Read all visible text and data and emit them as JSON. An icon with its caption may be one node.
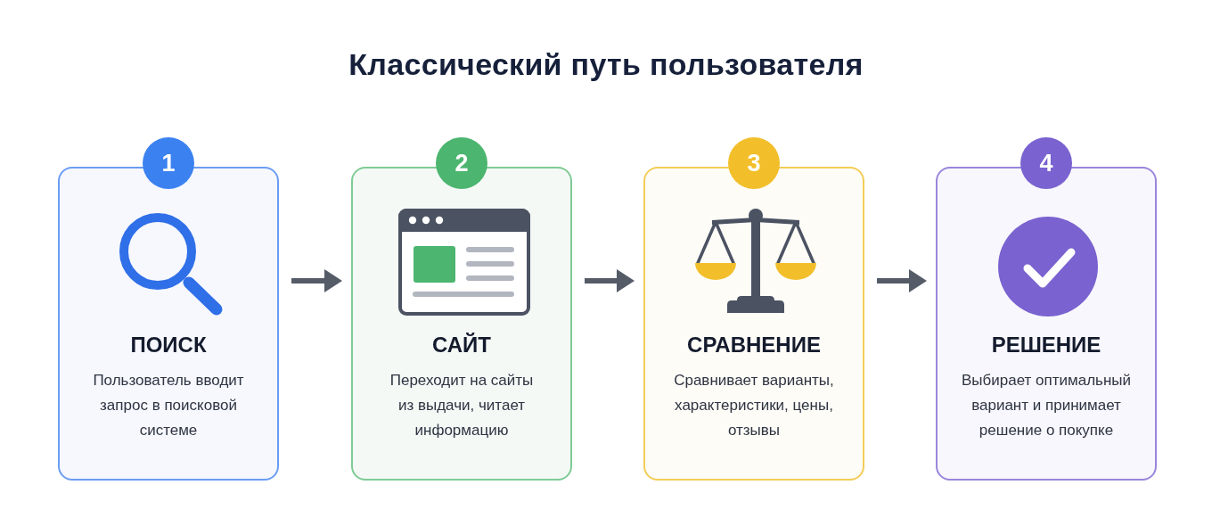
{
  "diagram": {
    "title": "Классический путь пользователя",
    "nodes": [
      {
        "text": [
          "1",
          "ПОИСК",
          "Пользователь вводит запрос в поисковой системе"
        ]
      },
      {
        "text": [
          "2",
          "САЙТ",
          "Переходит на сайты из выдачи, читает информацию"
        ]
      },
      {
        "text": [
          "3",
          "СРАВНЕНИЕ",
          "Сравнивает варианты, характеристики, цены, отзывы"
        ]
      },
      {
        "text": [
          "4",
          "РЕШЕНИЕ",
          "Выбирает оптимальный вариант и принимает решение о покупке"
        ]
      }
    ],
    "edges": [
      {
        "from": 0,
        "to": 1,
        "arrow": "to"
      },
      {
        "from": 1,
        "to": 2,
        "arrow": "to"
      },
      {
        "from": 2,
        "to": 3,
        "arrow": "to"
      }
    ]
  }
}
